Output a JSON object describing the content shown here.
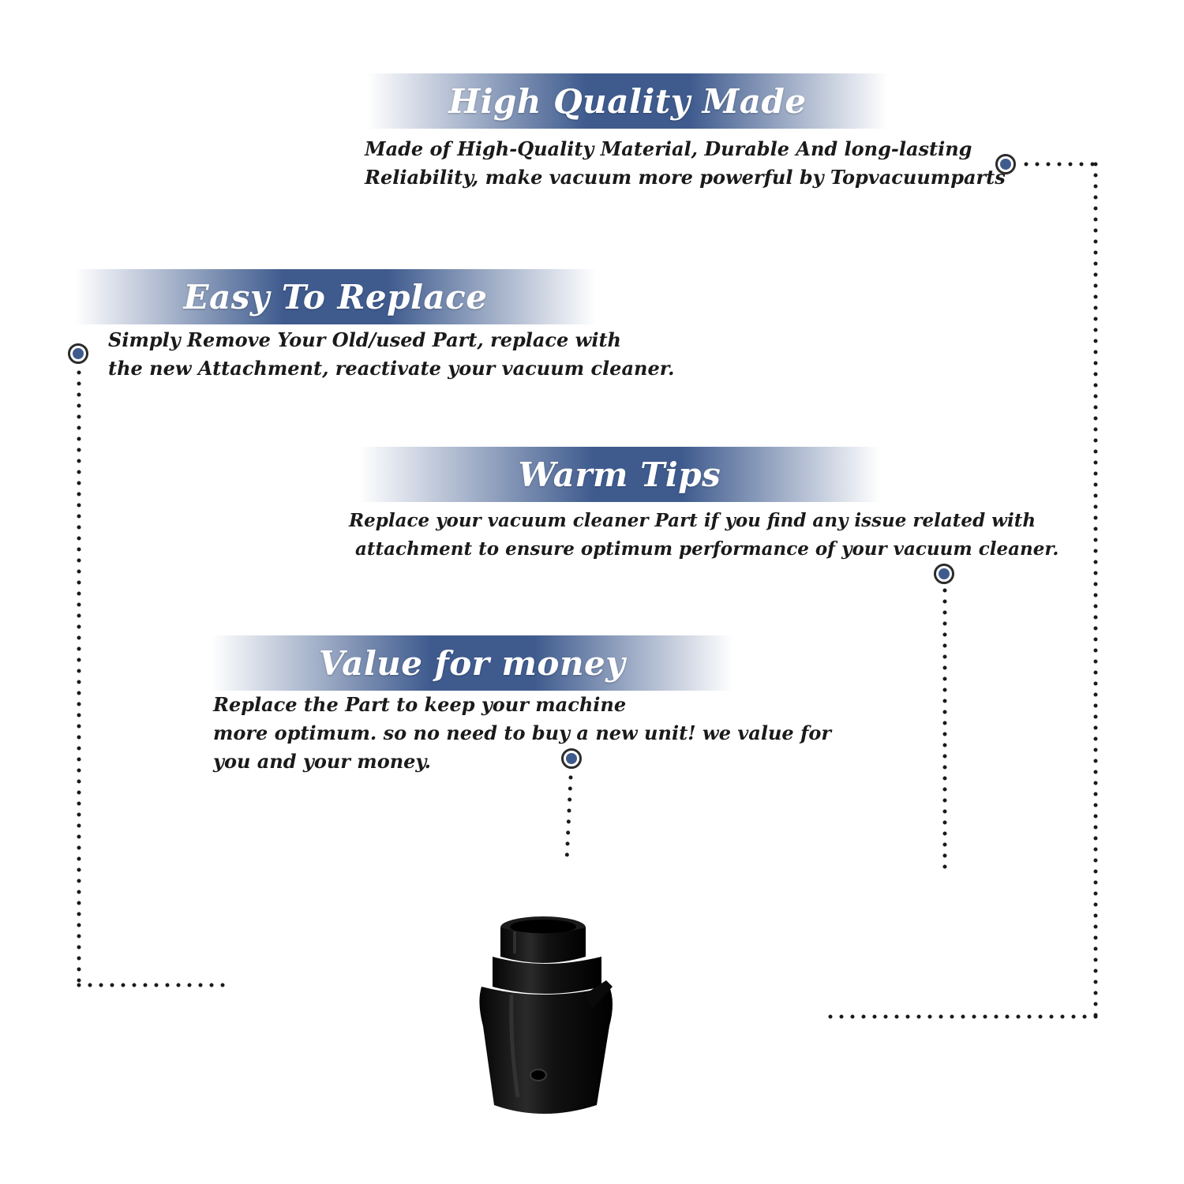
{
  "colors": {
    "banner_dark": "#3f5b8e",
    "banner_light": "#ffffff",
    "marker_fill": "#3f5b8e",
    "dots": "#1a1a1a",
    "text": "#1a1a1a"
  },
  "sections": [
    {
      "title": "High Quality Made",
      "lines": [
        "Made of  High-Quality Material, Durable And long-lasting",
        "Reliability, make vacuum more powerful by Topvacuumparts"
      ]
    },
    {
      "title": "Easy To Replace",
      "lines": [
        "Simply Remove Your Old/used Part, replace with",
        "the new Attachment, reactivate your vacuum cleaner."
      ]
    },
    {
      "title": "Warm Tips",
      "lines": [
        "Replace your vacuum cleaner Part if you find any issue related with",
        " attachment to ensure optimum performance of your vacuum cleaner."
      ]
    },
    {
      "title": "Value for money",
      "lines": [
        "Replace the Part to keep your machine",
        "more optimum. so no need to buy a new unit! we value for",
        "you and your money."
      ]
    }
  ],
  "product": {
    "icon": "vacuum-attachment-icon"
  }
}
